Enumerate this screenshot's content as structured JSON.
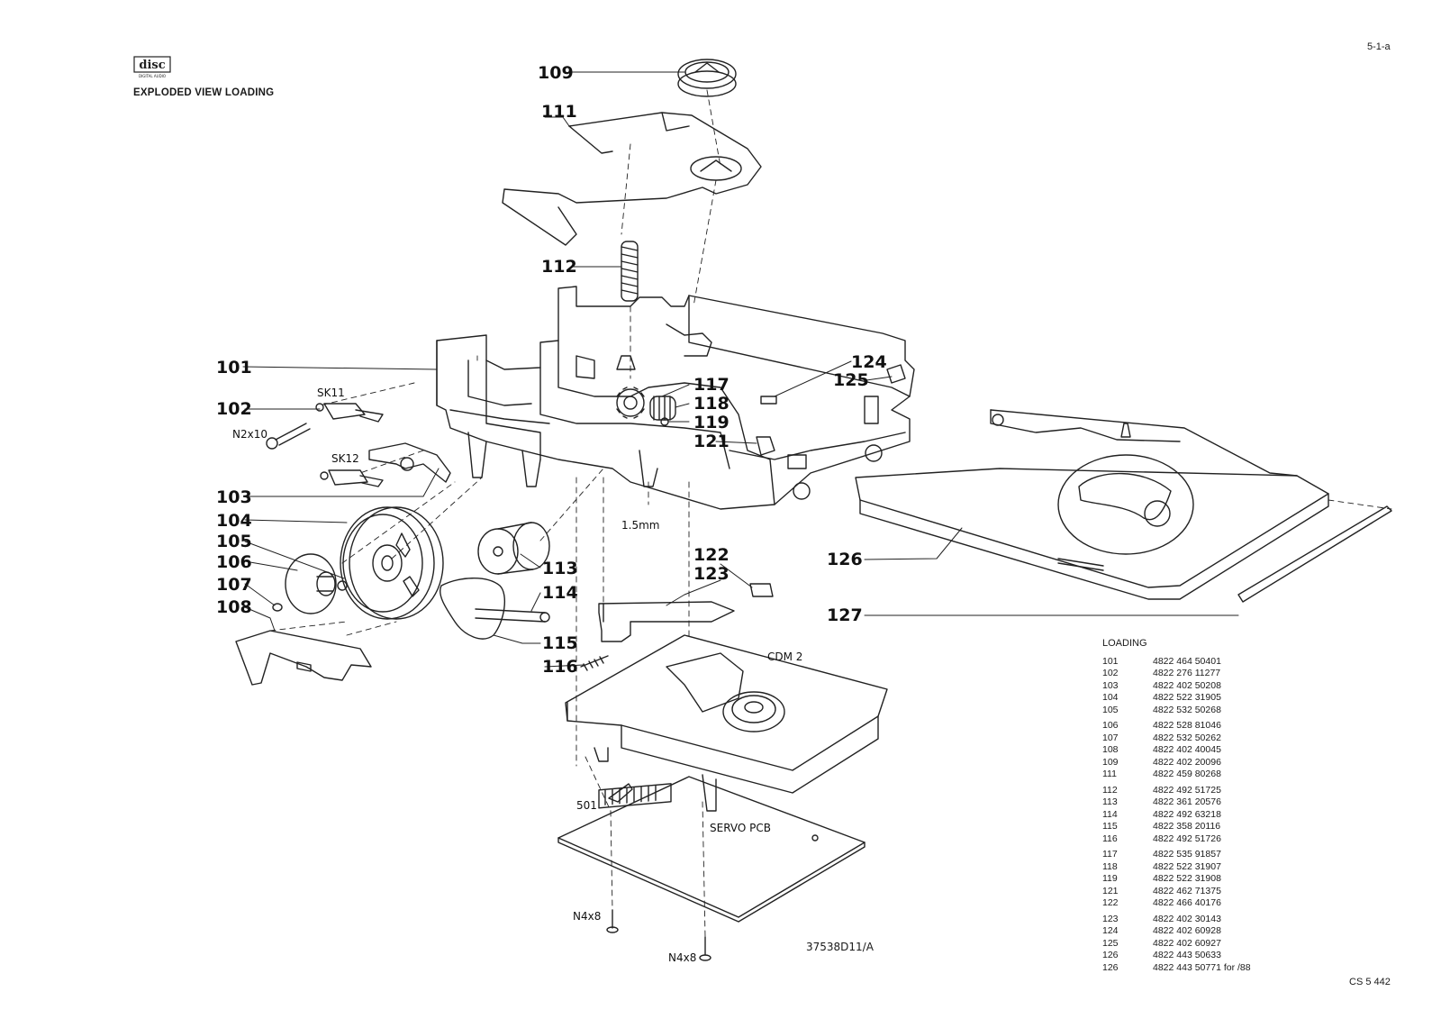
{
  "header": {
    "logo_text": "disc",
    "logo_subtext": "COMPACT DIGITAL AUDIO",
    "title": "EXPLODED VIEW LOADING",
    "page_number": "5-1-a"
  },
  "callouts": {
    "c101": "101",
    "c102": "102",
    "c103": "103",
    "c104": "104",
    "c105": "105",
    "c106": "106",
    "c107": "107",
    "c108": "108",
    "c109": "109",
    "c111": "111",
    "c112": "112",
    "c113": "113",
    "c114": "114",
    "c115": "115",
    "c116": "116",
    "c117": "117",
    "c118": "118",
    "c119": "119",
    "c121": "121",
    "c122": "122",
    "c123": "123",
    "c124": "124",
    "c125": "125",
    "c126": "126",
    "c127": "127",
    "c501": "501"
  },
  "annotations": {
    "sk11": "SK11",
    "sk12": "SK12",
    "n2x10": "N2x10",
    "mm15": "1.5mm",
    "cdm2": "CDM 2",
    "servo_pcb": "SERVO PCB",
    "n4x8_a": "N4x8",
    "n4x8_b": "N4x8",
    "drawing_number": "37538D11/A"
  },
  "parts_list": {
    "title": "LOADING",
    "groups": [
      [
        {
          "no": "101",
          "code": "4822 464 50401"
        },
        {
          "no": "102",
          "code": "4822 276 11277"
        },
        {
          "no": "103",
          "code": "4822 402 50208"
        },
        {
          "no": "104",
          "code": "4822 522 31905"
        },
        {
          "no": "105",
          "code": "4822 532 50268"
        }
      ],
      [
        {
          "no": "106",
          "code": "4822 528 81046"
        },
        {
          "no": "107",
          "code": "4822 532 50262"
        },
        {
          "no": "108",
          "code": "4822 402 40045"
        },
        {
          "no": "109",
          "code": "4822 402 20096"
        },
        {
          "no": "111",
          "code": "4822 459 80268"
        }
      ],
      [
        {
          "no": "112",
          "code": "4822 492 51725"
        },
        {
          "no": "113",
          "code": "4822 361 20576"
        },
        {
          "no": "114",
          "code": "4822 492 63218"
        },
        {
          "no": "115",
          "code": "4822 358 20116"
        },
        {
          "no": "116",
          "code": "4822 492 51726"
        }
      ],
      [
        {
          "no": "117",
          "code": "4822 535 91857"
        },
        {
          "no": "118",
          "code": "4822 522 31907"
        },
        {
          "no": "119",
          "code": "4822 522 31908"
        },
        {
          "no": "121",
          "code": "4822 462 71375"
        },
        {
          "no": "122",
          "code": "4822 466 40176"
        }
      ],
      [
        {
          "no": "123",
          "code": "4822 402 30143"
        },
        {
          "no": "124",
          "code": "4822 402 60928"
        },
        {
          "no": "125",
          "code": "4822 402 60927"
        },
        {
          "no": "126",
          "code": "4822 443 50633"
        },
        {
          "no": "126",
          "code": "4822 443 50771 for /88"
        }
      ]
    ]
  },
  "footer": {
    "code": "CS 5 442"
  }
}
